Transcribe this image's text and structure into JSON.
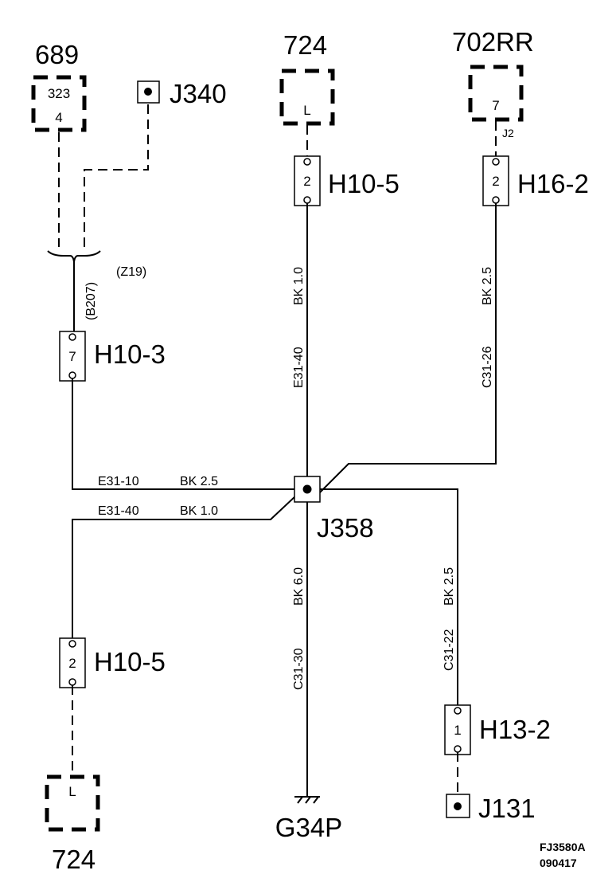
{
  "components": {
    "c689": {
      "ref": "689",
      "pin_top": "323",
      "pin_bottom": "4"
    },
    "j340": {
      "label": "J340"
    },
    "c724_top": {
      "ref": "724",
      "pin": "L"
    },
    "c702rr": {
      "ref": "702RR",
      "pin": "7",
      "sub": "J2"
    },
    "h10_5_top": {
      "label": "H10-5",
      "pin": "2"
    },
    "h16_2": {
      "label": "H16-2",
      "pin": "2"
    },
    "h10_3": {
      "label": "H10-3",
      "pin": "7"
    },
    "j358": {
      "label": "J358"
    },
    "h10_5_bottom": {
      "label": "H10-5",
      "pin": "2"
    },
    "c724_bottom": {
      "ref": "724",
      "pin": "L"
    },
    "h13_2": {
      "label": "H13-2",
      "pin": "1"
    },
    "j131": {
      "label": "J131"
    },
    "g34p": {
      "label": "G34P"
    }
  },
  "wires": {
    "b207": "(B207)",
    "z19": "(Z19)",
    "w_e31_40_v": {
      "circuit": "E31-40",
      "spec": "BK  1.0"
    },
    "w_c31_26": {
      "circuit": "C31-26",
      "spec": "BK  2.5"
    },
    "w_e31_10": {
      "circuit": "E31-10",
      "spec": "BK  2.5"
    },
    "w_e31_40_h": {
      "circuit": "E31-40",
      "spec": "BK  1.0"
    },
    "w_c31_30": {
      "circuit": "C31-30",
      "spec": "BK  6.0"
    },
    "w_c31_22": {
      "circuit": "C31-22",
      "spec": "BK  2.5"
    }
  },
  "footer": {
    "code": "FJ3580A",
    "date": "090417"
  }
}
